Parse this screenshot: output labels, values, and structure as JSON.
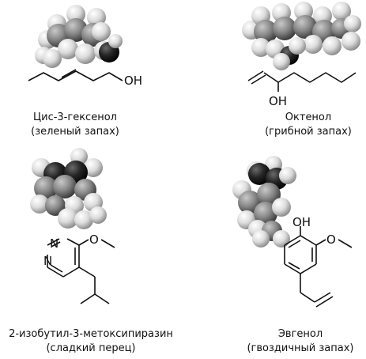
{
  "molecules": [
    {
      "id": "cis-3-hexenol",
      "name": "Цис-3-гексенол",
      "aroma": "(зеленый запах)",
      "atom_labels": [
        "OH"
      ]
    },
    {
      "id": "octenol",
      "name": "Октенол",
      "aroma": "(грибной запах)",
      "atom_labels": [
        "OH"
      ]
    },
    {
      "id": "methoxypyrazine",
      "name": "2-изобутил-3-метоксипиразин",
      "aroma": "(сладкий перец)",
      "atom_labels": [
        "N",
        "N",
        "O"
      ]
    },
    {
      "id": "eugenol",
      "name": "Эвгенол",
      "aroma": "(гвоздичный запах)",
      "atom_labels": [
        "OH",
        "O"
      ]
    }
  ],
  "colors": {
    "carbon": "#8a8a8a",
    "hydrogen": "#e4e4e4",
    "oxygen": "#1a1a1a",
    "bond": "#111111"
  }
}
